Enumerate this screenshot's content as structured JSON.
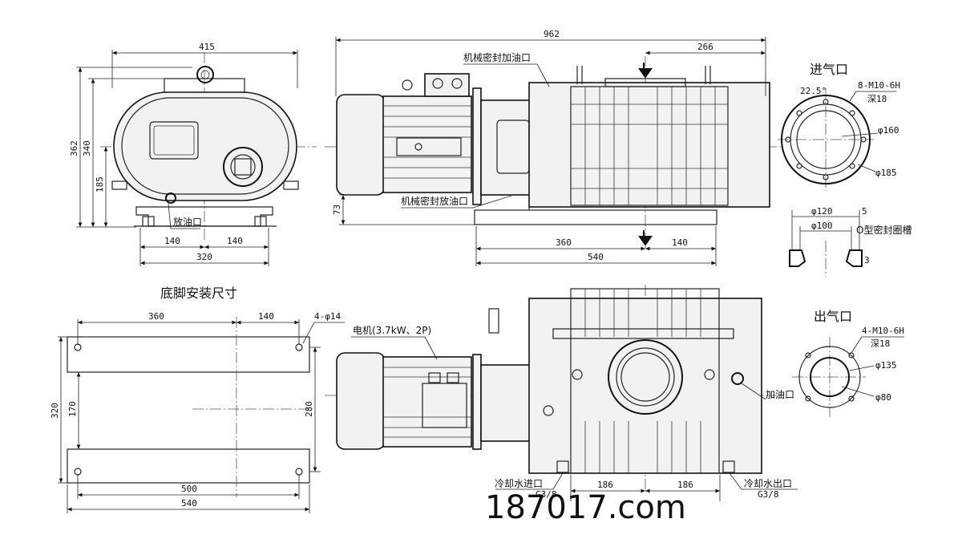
{
  "front_view": {
    "width_415": "415",
    "height_362": "362",
    "height_340": "340",
    "height_185": "185",
    "drain_label": "放油口",
    "dim_140_left": "140",
    "dim_140_right": "140",
    "dim_320": "320"
  },
  "side_view": {
    "length_962": "962",
    "dim_266": "266",
    "seal_fill_label": "机械密封加油口",
    "seal_drain_label": "机械密封放油口",
    "height_73": "73",
    "dim_360": "360",
    "dim_140": "140",
    "dim_540": "540"
  },
  "inlet": {
    "title": "进气口",
    "angle": "22.5°",
    "bolt_spec": "8-M10-6H",
    "depth": "深18",
    "dia_160": "φ160",
    "dia_185": "φ185",
    "dia_120": "φ120",
    "dia_100": "φ100",
    "dim_5": "5",
    "dim_3": "3",
    "groove_label": "O型密封圈槽"
  },
  "foot": {
    "title": "底脚安装尺寸",
    "dim_360": "360",
    "dim_140": "140",
    "hole_spec": "4-φ14",
    "dim_320": "320",
    "dim_170": "170",
    "dim_280": "280",
    "dim_500": "500",
    "dim_540": "540"
  },
  "top_view": {
    "motor_label": "电机(3.7kW、2P)",
    "oil_fill_label": "加油口",
    "coolant_in_label": "冷却水进口",
    "coolant_in_size": "G3/8",
    "coolant_out_label": "冷却水出口",
    "coolant_out_size": "G3/8",
    "dim_186_left": "186",
    "dim_186_right": "186"
  },
  "outlet": {
    "title": "出气口",
    "bolt_spec": "4-M10-6H",
    "depth": "深18",
    "dia_135": "φ135",
    "dia_80": "φ80"
  },
  "watermark": "187017.com"
}
